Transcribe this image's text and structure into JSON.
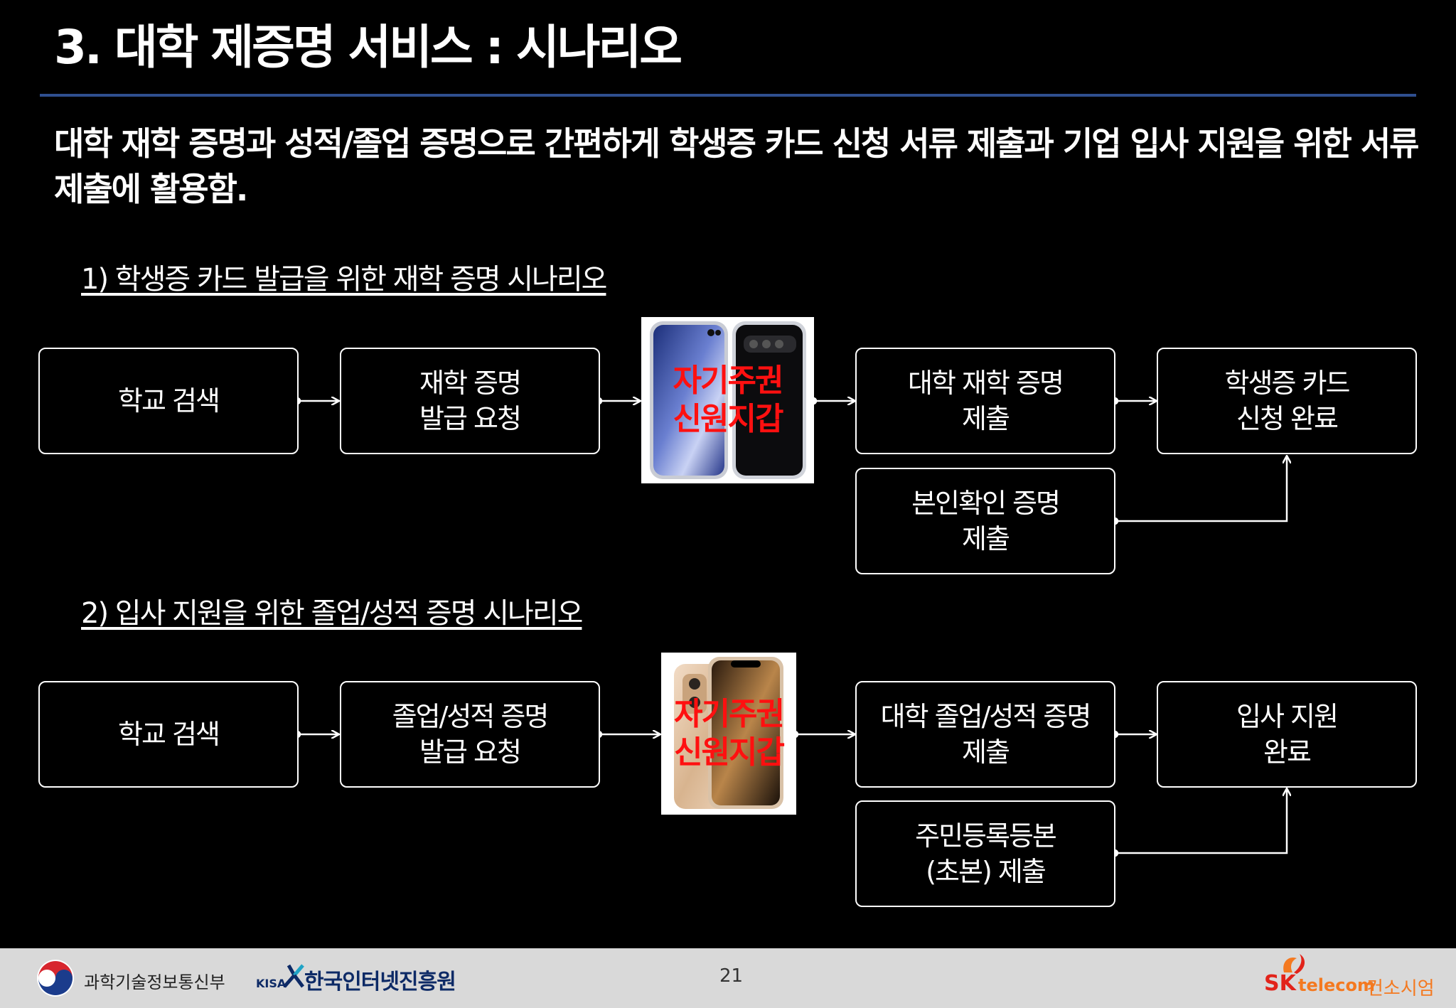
{
  "title": "3. 대학 제증명 서비스 : 시나리오",
  "intro": "대학 재학 증명과 성적/졸업 증명으로 간편하게 학생증 카드 신청 서류 제출과 기업 입사 지원을 위한 서류 제출에 활용함.",
  "scenario1": {
    "heading": "1) 학생증 카드 발급을 위한 재학 증명 시나리오",
    "step1": "학교 검색",
    "step2": "재학 증명\n발급 요청",
    "wallet": "자기주권\n신원지갑",
    "step3": "대학 재학 증명\n제출",
    "step4": "학생증 카드\n신청 완료",
    "extra": "본인확인 증명\n제출"
  },
  "scenario2": {
    "heading": "2) 입사 지원을 위한 졸업/성적 증명 시나리오",
    "step1": "학교 검색",
    "step2": "졸업/성적 증명\n발급 요청",
    "wallet": "자기주권\n신원지갑",
    "step3": "대학 졸업/성적 증명\n제출",
    "step4": "입사 지원\n완료",
    "extra": "주민등록등본\n(초본) 제출"
  },
  "footer": {
    "ministry": "과학기술정보통신부",
    "kisa_small": "KISA",
    "kisa": "한국인터넷진흥원",
    "page_number": "21",
    "sk": "SK",
    "telecom": "telecom",
    "consortium": "컨소시엄"
  },
  "colors": {
    "wallet_label": "#ff1010",
    "rule": "#2f4f8f",
    "sk_red": "#e2231a",
    "sk_orange": "#f47920"
  }
}
